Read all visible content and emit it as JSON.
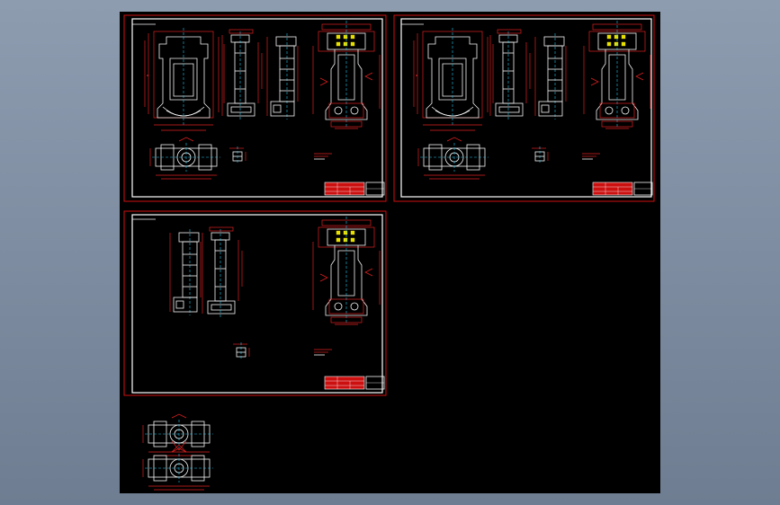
{
  "viewer": {
    "background_color": "#000000",
    "frame_color": "#d01010",
    "outline_color": "#ffffff",
    "dimension_color": "#e02020",
    "centerline_color": "#22c6ee",
    "highlight_color": "#e8e000"
  },
  "sheets": [
    {
      "id": "sheet-1",
      "label": ""
    },
    {
      "id": "sheet-2",
      "label": ""
    },
    {
      "id": "sheet-3",
      "label": ""
    }
  ]
}
